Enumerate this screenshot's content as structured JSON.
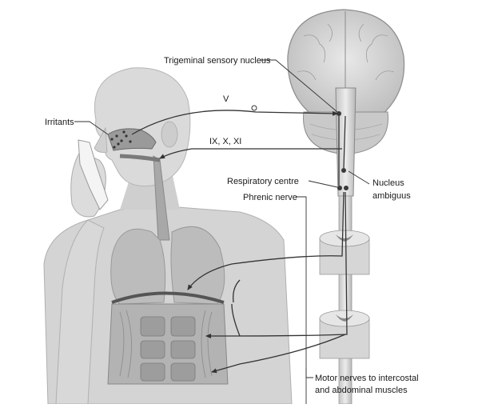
{
  "labels": {
    "trigeminal": "Trigeminal sensory nucleus",
    "irritants": "Irritants",
    "nerve_v": "V",
    "nerve_ix_x_xi": "IX, X, XI",
    "respiratory_centre": "Respiratory centre",
    "nucleus": "Nucleus",
    "ambiguus": "ambiguus",
    "phrenic": "Phrenic nerve",
    "motor_line1": "Motor nerves to intercostal",
    "motor_line2": "and abdominal muscles"
  }
}
